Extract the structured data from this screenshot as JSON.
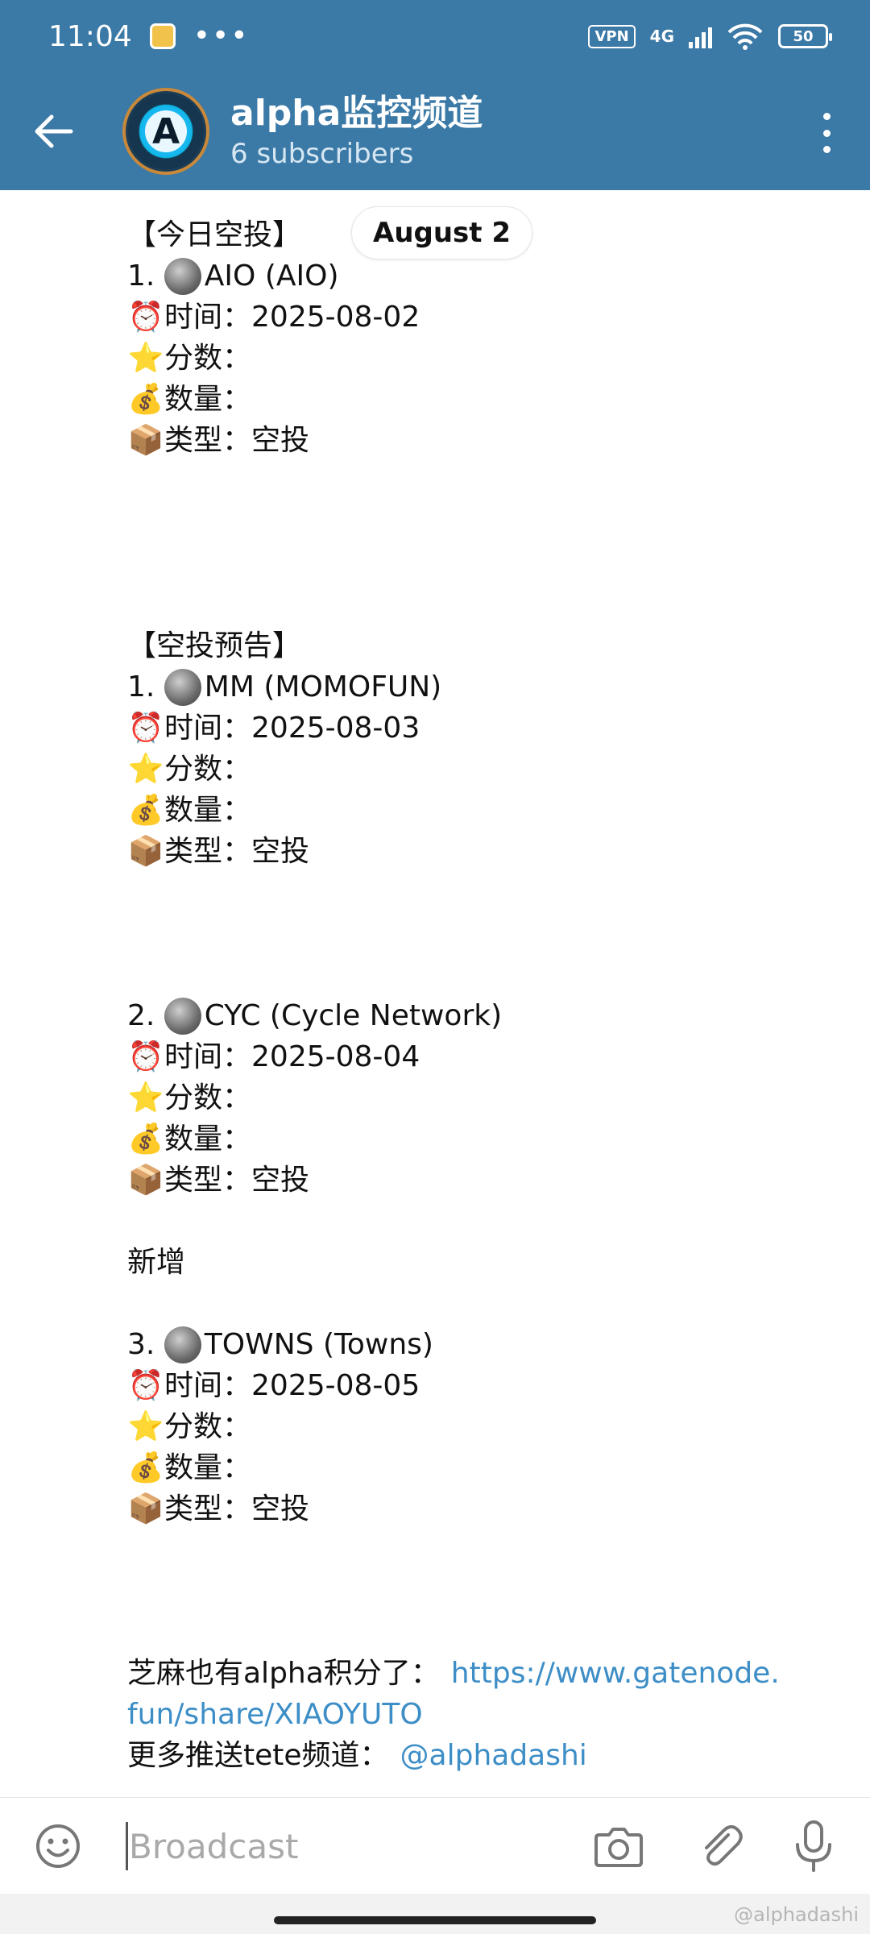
{
  "status_bar": {
    "time": "11:04",
    "dots": "•••",
    "vpn": "VPN",
    "network": "4G",
    "battery": "50"
  },
  "header": {
    "title": "alpha监控频道",
    "subtitle": "6 subscribers"
  },
  "date_pill": "August 2",
  "message": {
    "today_header": "【今日空投】",
    "today_items": [
      {
        "index": "1. ",
        "name": "AIO (AIO)",
        "time_label": "时间：",
        "time": "2025-08-02",
        "score_label": "分数：",
        "amount_label": "数量：",
        "type_label": "类型：",
        "type": "空投"
      }
    ],
    "preview_header": "【空投预告】",
    "preview_items": [
      {
        "index": "1. ",
        "name": "MM (MOMOFUN)",
        "time_label": "时间：",
        "time": "2025-08-03",
        "score_label": "分数：",
        "amount_label": "数量：",
        "type_label": "类型：",
        "type": "空投"
      },
      {
        "index": "2. ",
        "name": "CYC (Cycle Network)",
        "time_label": "时间：",
        "time": "2025-08-04",
        "score_label": "分数：",
        "amount_label": "数量：",
        "type_label": "类型：",
        "type": "空投"
      },
      {
        "index": "3. ",
        "name": "TOWNS (Towns)",
        "time_label": "时间：",
        "time": "2025-08-05",
        "score_label": "分数：",
        "amount_label": "数量：",
        "type_label": "类型：",
        "type": "空投"
      }
    ],
    "new_label": "新增",
    "promo_text": "芝麻也有alpha积分了：",
    "promo_link_1": "https://www.gatenode.",
    "promo_link_2": "fun/share/XIAOYUTO",
    "more_text": "更多推送tete频道：",
    "more_link": "@alphadashi"
  },
  "input": {
    "placeholder": "Broadcast"
  },
  "watermark": "@alphadashi",
  "icons": {
    "clock": "⏰",
    "star": "⭐",
    "money": "💰",
    "package": "📦"
  }
}
